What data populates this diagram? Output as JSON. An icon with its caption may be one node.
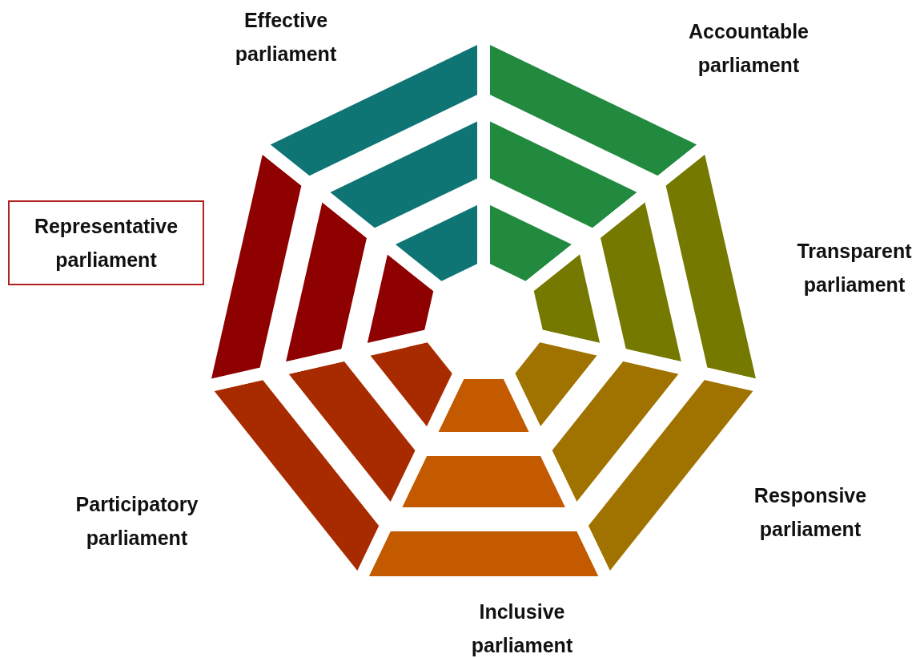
{
  "diagram": {
    "nodes": [
      {
        "text": [
          "Representative parliament"
        ]
      }
    ],
    "labels": [
      "Effective parliament",
      "Accountable parliament",
      "Transparent parliament",
      "Responsive parliament",
      "Participatory parliament",
      "Inclusive parliament"
    ]
  }
}
